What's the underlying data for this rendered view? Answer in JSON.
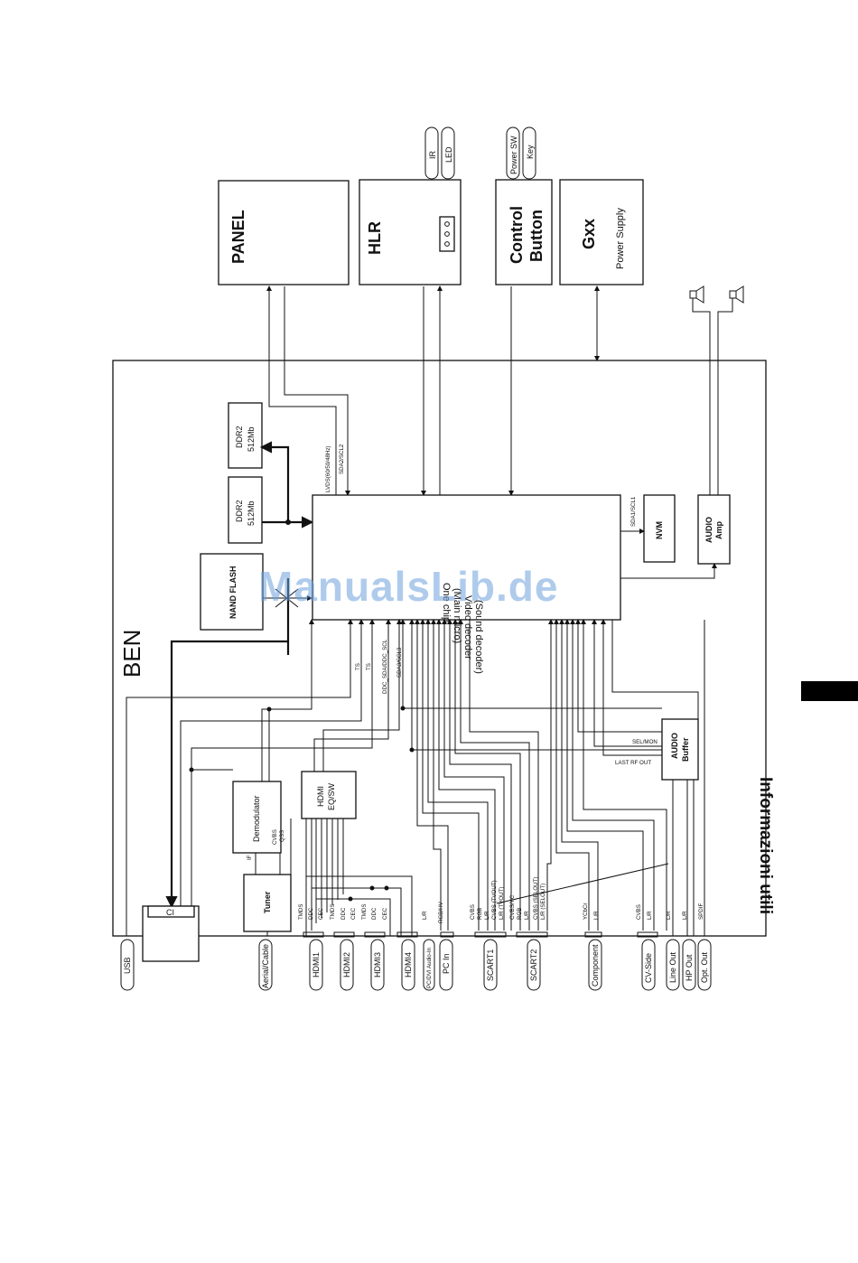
{
  "top_blocks": {
    "panel": "PANEL",
    "hlr": "HLR",
    "control_1": "Control",
    "control_2": "Button",
    "gxx": "Gxx",
    "power_supply": "Power Supply"
  },
  "hlr_pills": [
    "IR",
    "LED"
  ],
  "control_pills": [
    "Power SW",
    "Key"
  ],
  "board_label": "BEN",
  "internal": {
    "ddr_a_1": "DDR2",
    "ddr_a_2": "512Mb",
    "ddr_b_1": "DDR2",
    "ddr_b_2": "512Mb",
    "nand": "NAND FLASH",
    "chip_1": "One chip",
    "chip_2": "(Main micro)",
    "chip_3": "Video decoder",
    "chip_4": "(Sound decoder)",
    "nvm": "NVM",
    "audio_amp_1": "AUDIO",
    "audio_amp_2": "Amp",
    "audio_buf_1": "AUDIO",
    "audio_buf_2": "Buffer",
    "hdmi_sw_1": "HDMI",
    "hdmi_sw_2": "EQ/SW",
    "demod": "Demodulator",
    "tuner": "Tuner",
    "ci": "CI"
  },
  "signal_labels": {
    "lvds": "LVDS(60/50/48Hz)",
    "sda2": "SDA2/SCL2",
    "sda1": "SDA1/SCL1",
    "ts1": "TS",
    "ts2": "TS",
    "ddc_sda": "DDC_SDA/DDC_SCL",
    "sda3": "SDA3/SCL3",
    "sel_mon": "SEL/MON",
    "last_rf": "LAST RF OUT",
    "cvbs_qss_1": "CVBS",
    "cvbs_qss_2": "QSS",
    "if": "IF"
  },
  "connector_pins": [
    [
      "TMDS"
    ],
    [
      "DDC",
      "CEC",
      "TMDS"
    ],
    [
      "DDC",
      "CEC",
      "TMDS"
    ],
    [
      "DDC",
      "CEC",
      "L/R"
    ],
    [
      "RGB/HV"
    ],
    [
      "CVBS",
      "RGB",
      "L/R",
      "CVBS (TVOUT)",
      "L/R (TVOUT)"
    ],
    [
      "CVBS/YC",
      "RGB",
      "L/R",
      "CVBS (SELOUT)",
      "L/R (SELOUT)"
    ],
    [
      "YCbCr",
      "L/R"
    ],
    [
      "CVBS",
      "L/R"
    ],
    [
      "L/R"
    ],
    [
      "L/R"
    ],
    [
      "SPDIF"
    ]
  ],
  "connectors": [
    "USB",
    "Aerial/Cable",
    "HDMI1",
    "HDMI2",
    "HDMI3",
    "HDMI4",
    "PC/DVI Audio-In",
    "PC In",
    "SCART1",
    "SCART2",
    "Component",
    "CV-Side",
    "Line Out",
    "HP Out",
    "Opt. Out"
  ],
  "side_tab": "Informazioni utili",
  "watermark": "ManualsLib.de"
}
